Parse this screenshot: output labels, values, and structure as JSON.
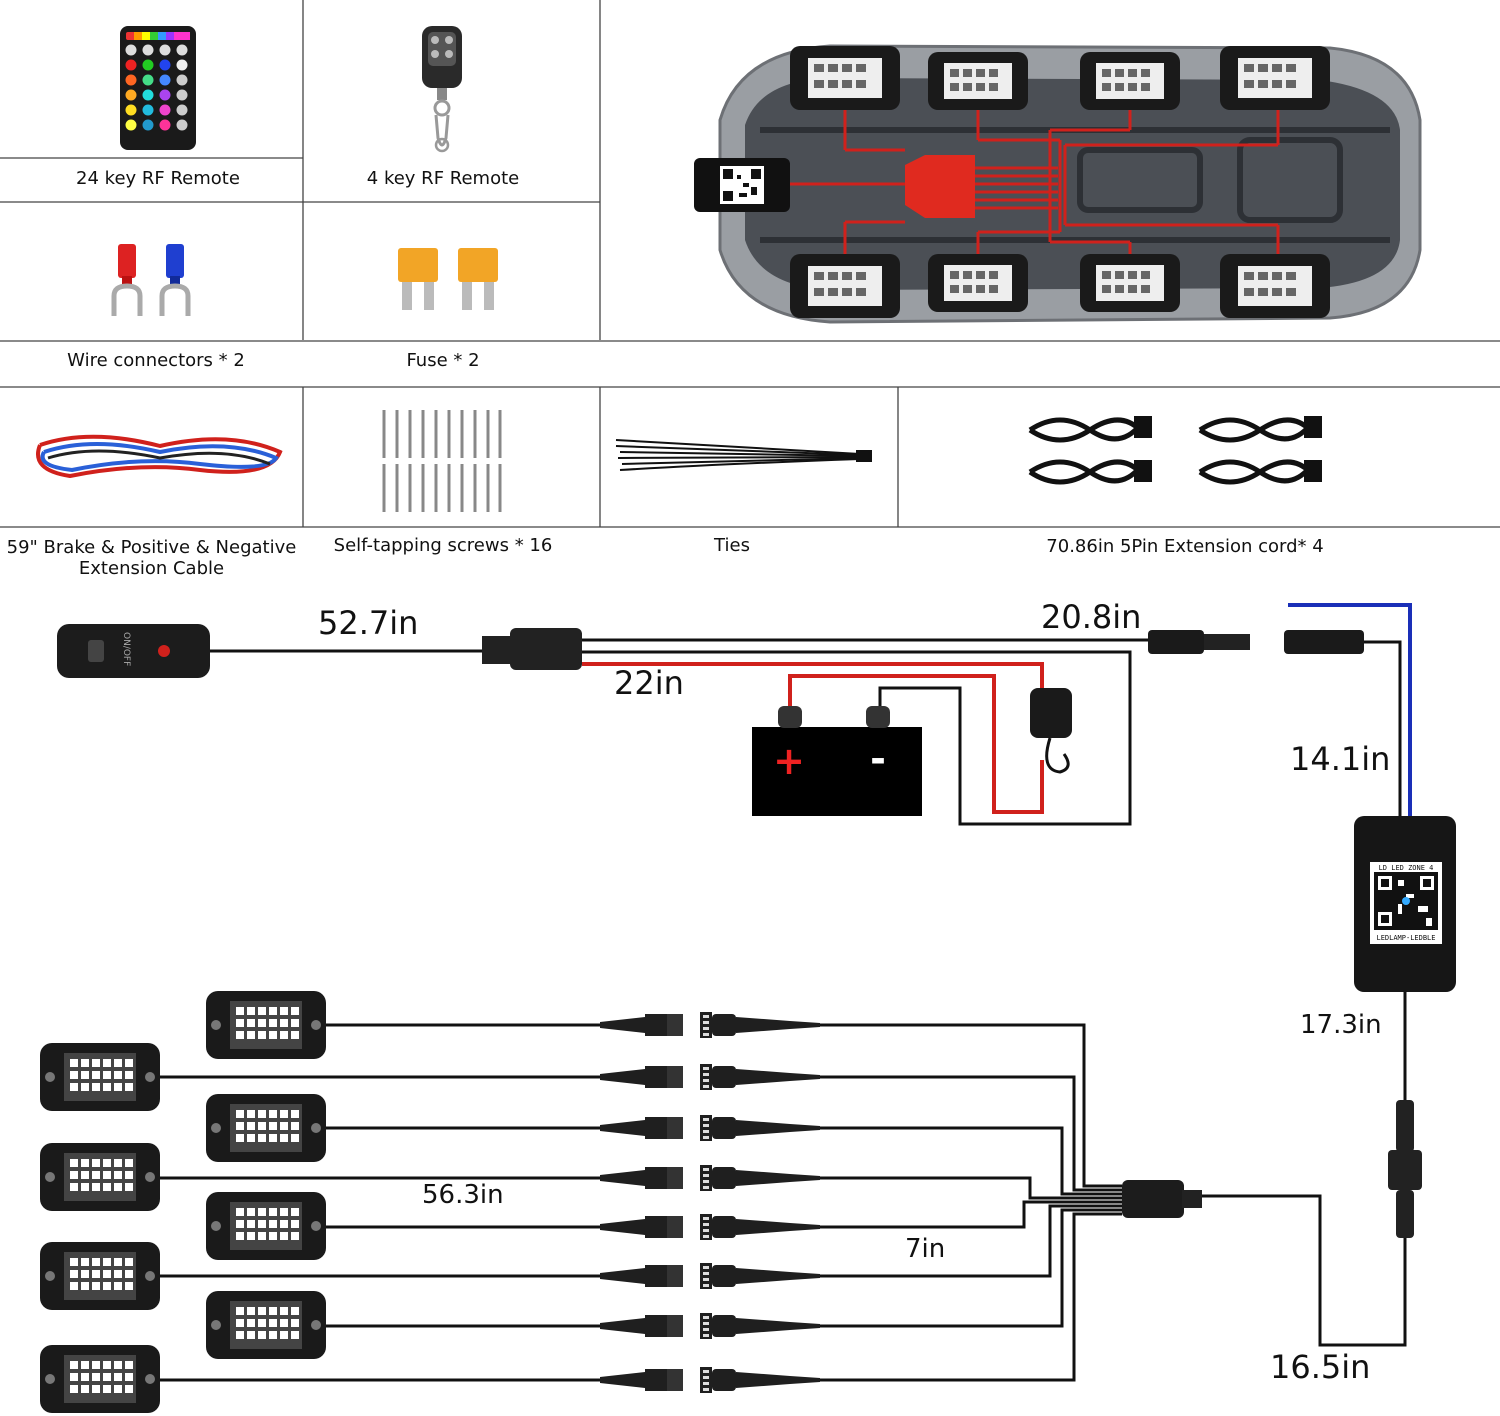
{
  "parts": {
    "remote24": "24 key RF Remote",
    "remote4": "4 key RF Remote",
    "wire_connectors": "Wire connectors * 2",
    "fuse": "Fuse * 2",
    "cable_line1": "59\" Brake & Positive & Negative",
    "cable_line2": "Extension Cable",
    "screws": "Self-tapping screws * 16",
    "ties": "Ties",
    "extension": "70.86in 5Pin Extension cord* 4"
  },
  "switch_text": "ON/OFF",
  "battery": {
    "plus": "+",
    "minus": "-"
  },
  "controller": {
    "top_text": "LD LED ZONE 4",
    "bottom_text": "LEDLAMP-LEDBLE"
  },
  "dimensions": {
    "switch_cable": "52.7in",
    "battery_cable": "22in",
    "dc_cable": "20.8in",
    "controller_input": "14.1in",
    "controller_output": "17.3in",
    "light_cable": "56.3in",
    "splitter_cable": "7in",
    "splitter_to_controller": "16.5in"
  },
  "colors": {
    "positive_wire": "#d0211c",
    "blue_wire": "#1a2fb8",
    "cable": "#111111",
    "car_body": "#9a9ea3"
  }
}
